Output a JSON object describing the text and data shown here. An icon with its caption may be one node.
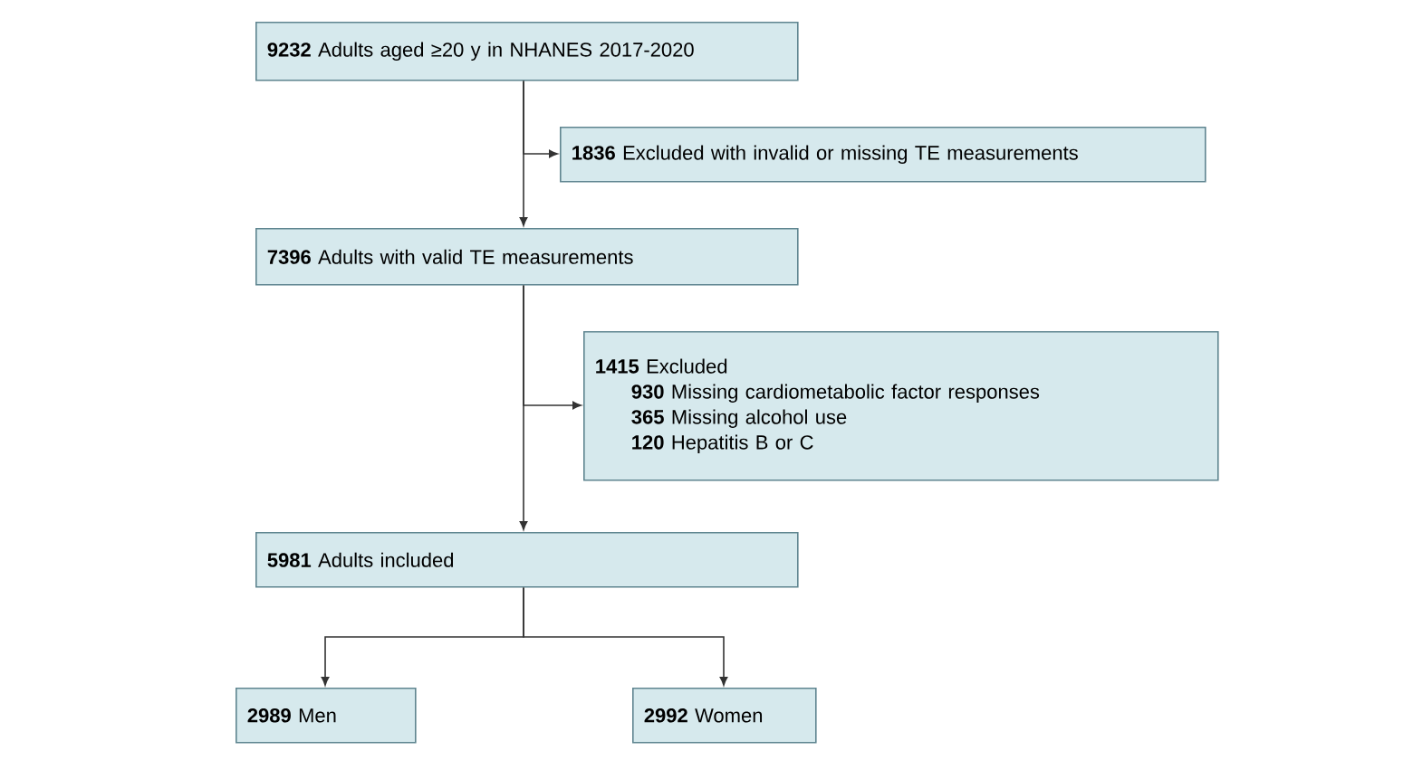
{
  "diagram": {
    "nodes": [
      {
        "text": [
          "**9232** Adults aged ≥20 y in NHANES 2017-2020"
        ]
      },
      {
        "text": [
          "**1836** Excluded with invalid or missing TE measurements"
        ]
      },
      {
        "text": [
          "**7396** Adults with valid TE measurements"
        ]
      },
      {
        "text": [
          "**1415** Excluded",
          "**930** Missing cardiometabolic factor responses",
          "**365** Missing alcohol use",
          "**120** Hepatitis B or C"
        ]
      },
      {
        "text": [
          "**5981** Adults included"
        ]
      },
      {
        "text": [
          "**2989** Men"
        ]
      },
      {
        "text": [
          "**2992** Women"
        ]
      }
    ],
    "edges": [
      {
        "from": 0,
        "to": 2,
        "arrow": "to"
      },
      {
        "from": 0,
        "to": 1,
        "arrow": "to"
      },
      {
        "from": 2,
        "to": 4,
        "arrow": "to"
      },
      {
        "from": 2,
        "to": 3,
        "arrow": "to"
      },
      {
        "from": 4,
        "to": 5,
        "arrow": "to"
      },
      {
        "from": 4,
        "to": 6,
        "arrow": "to"
      }
    ]
  }
}
